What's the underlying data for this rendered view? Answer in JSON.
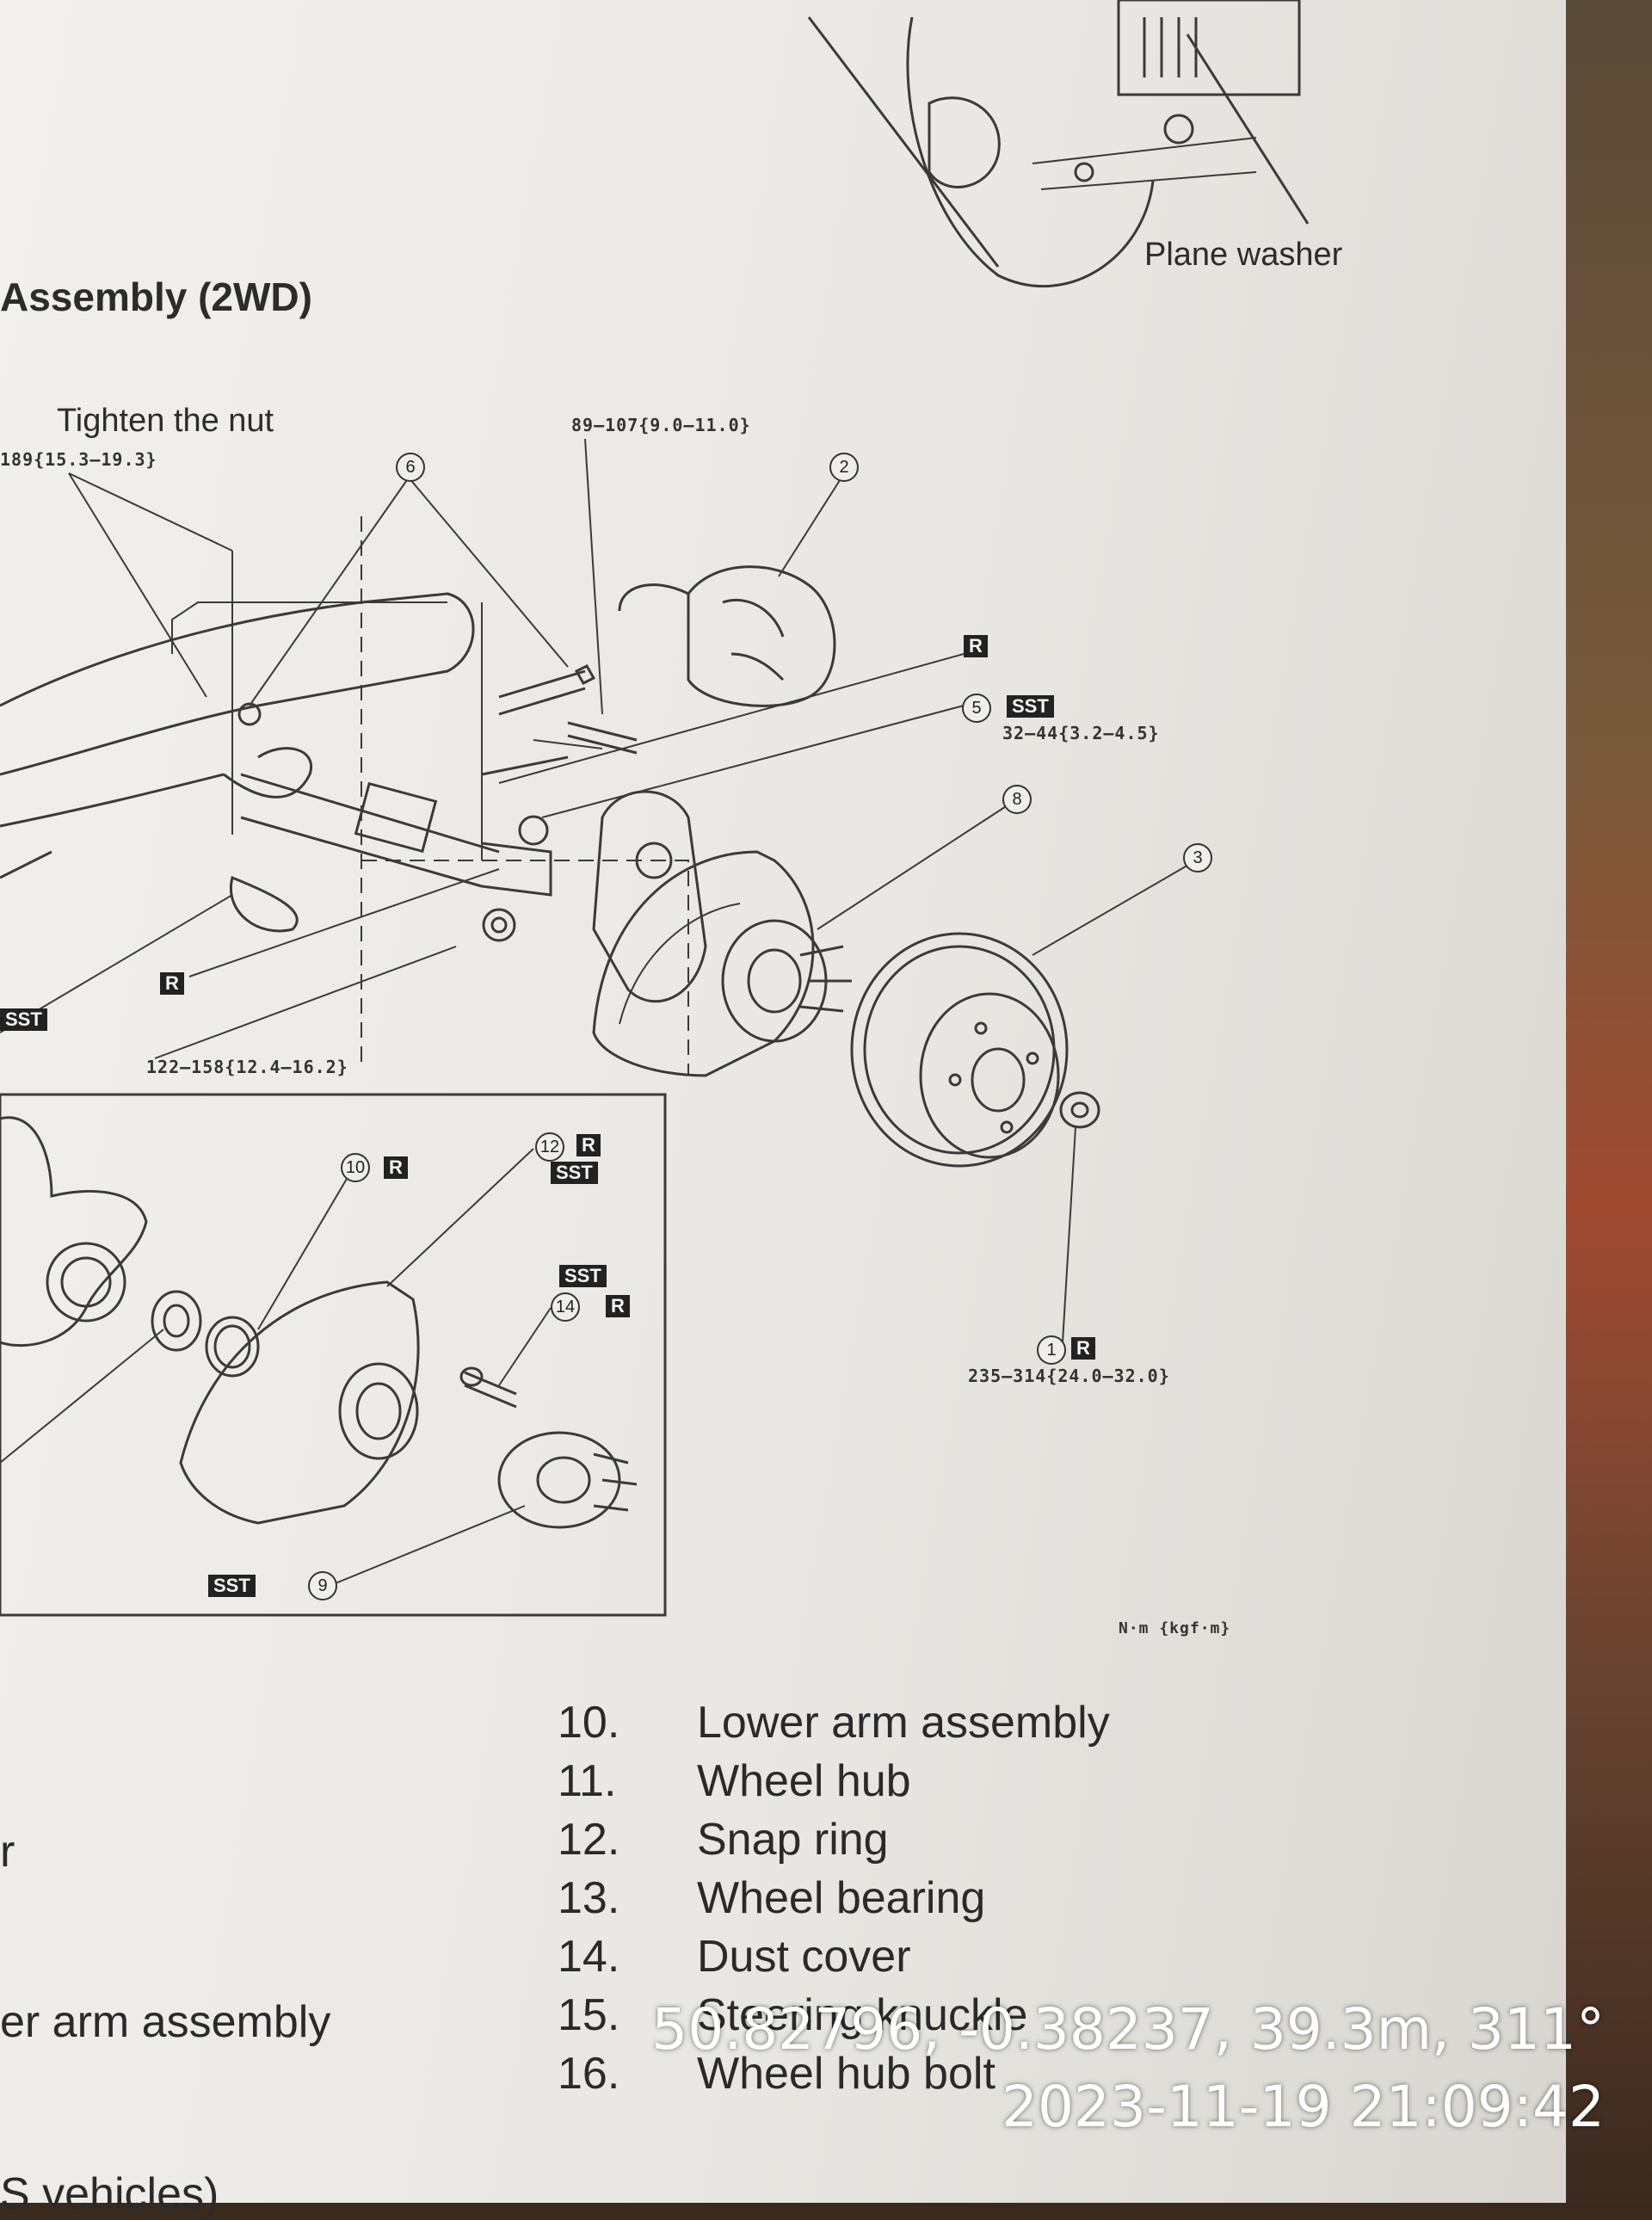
{
  "page": {
    "heading": "Assembly (2WD)",
    "plane_washer": "Plane washer",
    "tighten_note": "Tighten the nut",
    "units": "N·m {kgf·m}"
  },
  "specs": {
    "s1": "189{15.3—19.3}",
    "s2": "89—107{9.0—11.0}",
    "s5": "32—44{3.2—4.5}",
    "s4": "122—158{12.4—16.2}",
    "s3": "235—314{24.0—32.0}"
  },
  "tags": {
    "r": "R",
    "sst": "SST"
  },
  "callouts": [
    "1",
    "2",
    "3",
    "5",
    "6",
    "8",
    "9",
    "10",
    "12",
    "14"
  ],
  "legend": [
    {
      "n": "10.",
      "t": "Lower arm assembly"
    },
    {
      "n": "11.",
      "t": "Wheel hub"
    },
    {
      "n": "12.",
      "t": "Snap ring"
    },
    {
      "n": "13.",
      "t": "Wheel bearing"
    },
    {
      "n": "14.",
      "t": "Dust cover"
    },
    {
      "n": "15.",
      "t": "Steering knuckle"
    },
    {
      "n": "16.",
      "t": "Wheel hub bolt"
    }
  ],
  "left_fragments": {
    "arm": "er arm assembly",
    "vehicles": "S vehicles)",
    "r": "r"
  },
  "overlay": {
    "coords": "50.82796, -0.38237, 39.3m, 311°",
    "datetime": "2023-11-19 21:09:42"
  }
}
